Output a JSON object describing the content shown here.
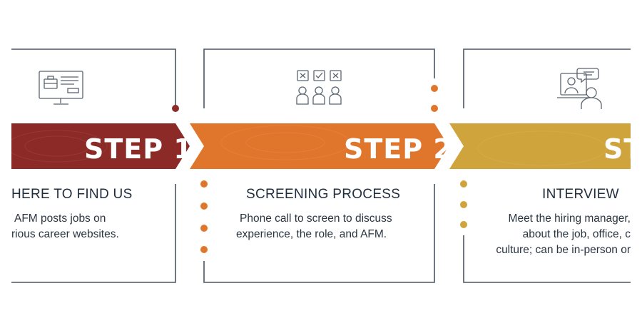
{
  "colors": {
    "step1": "#8b2a26",
    "step2": "#e0762b",
    "step3": "#d0a43c",
    "frame": "#4a5563",
    "text": "#1f2d3d"
  },
  "steps": [
    {
      "label": "STEP 1",
      "title": "HERE TO FIND US",
      "desc_lines": [
        "AFM posts jobs on",
        "rious career websites."
      ],
      "icon": "computer-briefcase-icon"
    },
    {
      "label": "STEP 2",
      "title": "SCREENING PROCESS",
      "desc_lines": [
        "Phone call to screen to discuss",
        "experience, the role, and AFM."
      ],
      "icon": "candidate-screening-icon"
    },
    {
      "label": "ST",
      "title": "INTERVIEW",
      "desc_lines": [
        "Meet the hiring manager,",
        "about the job, office, c",
        "culture; can be in-person or"
      ],
      "icon": "video-interview-icon"
    }
  ]
}
